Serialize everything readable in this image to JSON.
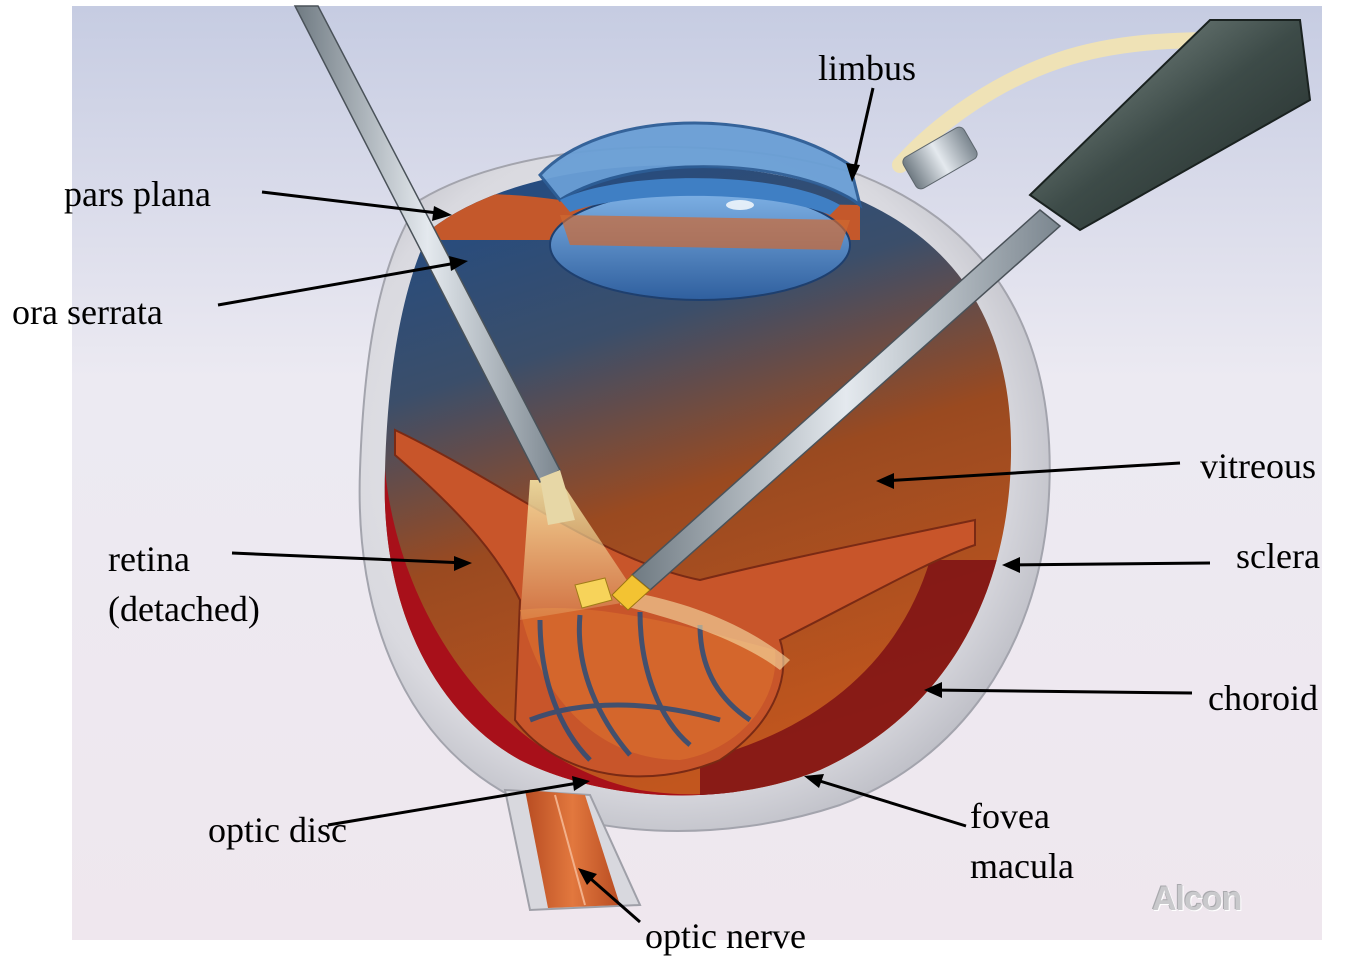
{
  "figure": {
    "labels": {
      "limbus": "limbus",
      "pars_plana": "pars plana",
      "ora_serrata": "ora serrata",
      "vitreous": "vitreous",
      "sclera": "sclera",
      "retina": "retina",
      "retina_note": "(detached)",
      "choroid": "choroid",
      "optic_disc": "optic disc",
      "fovea": "fovea",
      "macula": "macula",
      "optic_nerve": "optic nerve"
    },
    "logo": "Alcon"
  },
  "colors": {
    "background_top": "#c9cfe4",
    "background_bottom": "#f1ecf0",
    "sclera": "#dedee3",
    "choroid": "#b3121a",
    "retina": "#d0602c",
    "vitreous_blue": "#1f4e8c",
    "lens": "#4a86c8",
    "instrument": "#aeb6bd",
    "leader_lines": "#000000"
  }
}
